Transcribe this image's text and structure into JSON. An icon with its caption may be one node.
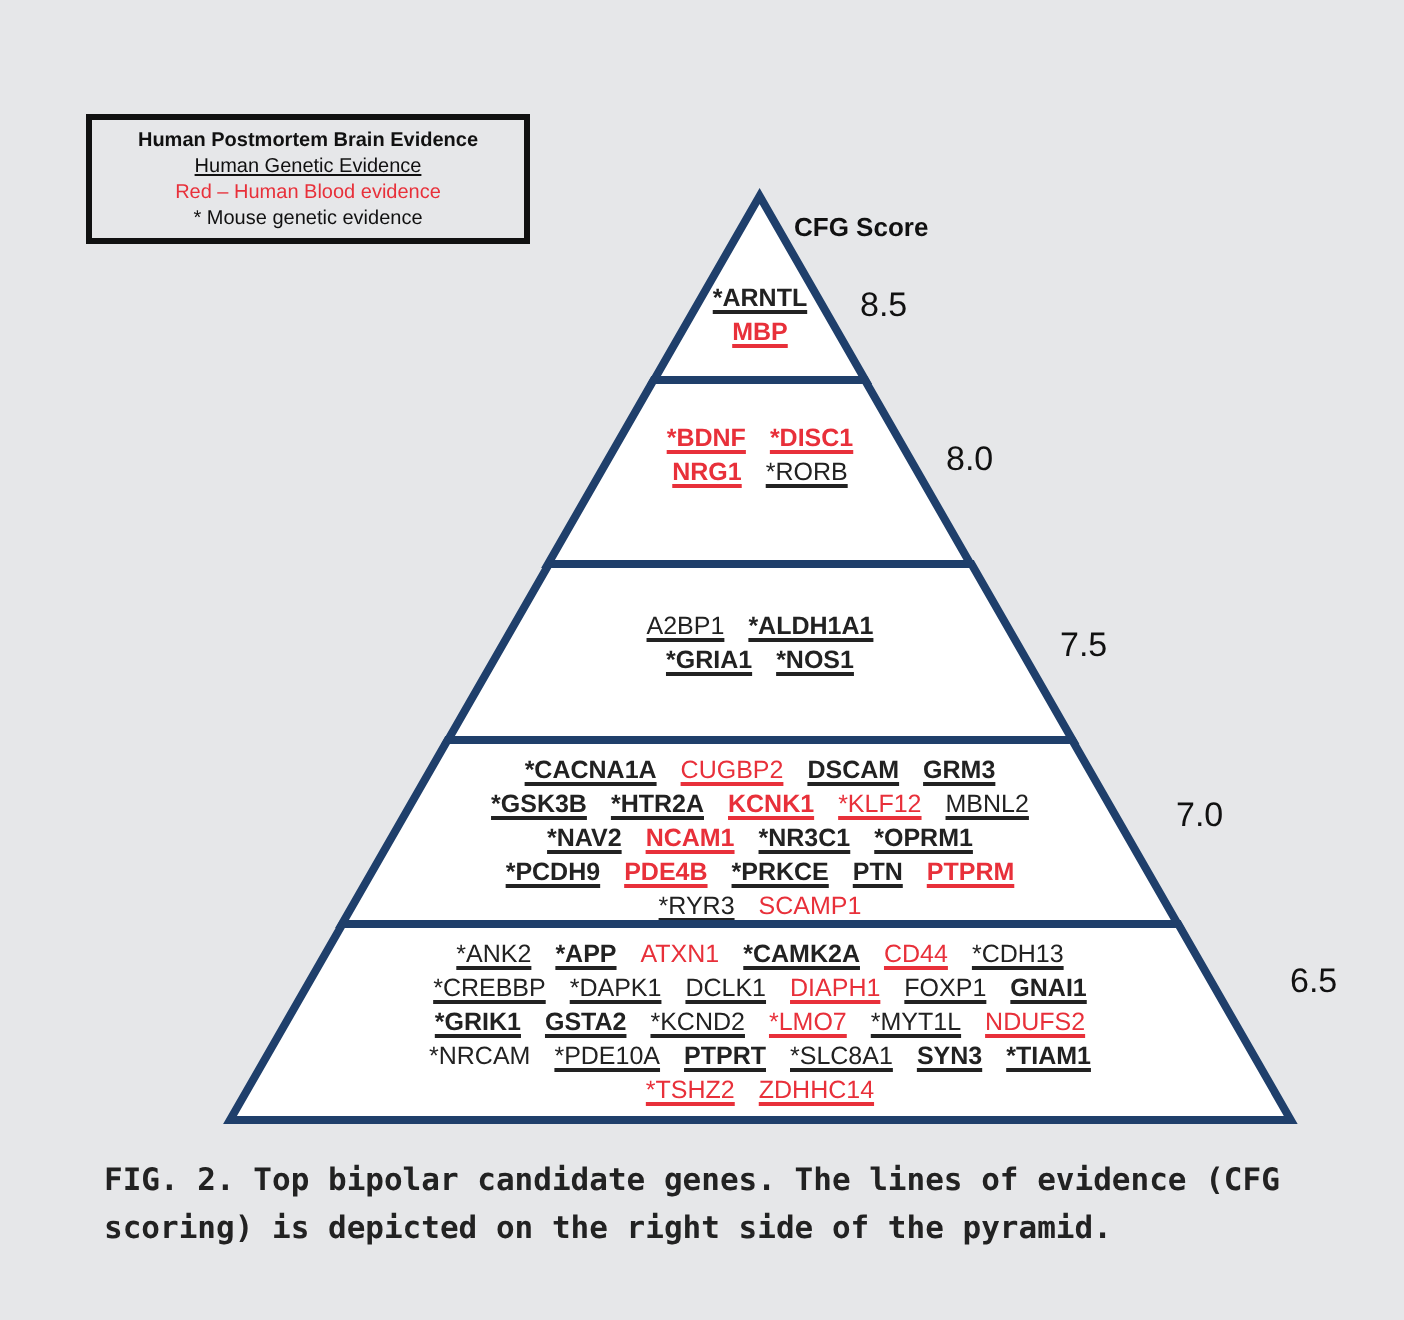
{
  "diagram": {
    "caption": "FIG. 2. Top bipolar candidate genes. The lines of evidence (CFG scoring) is depicted on the right side of the pyramid.",
    "nodes": [
      {
        "text": [
          "*ARNTL",
          "MBP"
        ],
        "beside": [
          "8.5"
        ]
      },
      {
        "text": [
          "*BDNF",
          "*DISC1",
          "NRG1",
          "*RORB"
        ],
        "beside": [
          "8.0"
        ]
      },
      {
        "text": [
          "A2BP1",
          "*ALDH1A1",
          "*GRIA1",
          "*NOS1"
        ],
        "beside": [
          "7.5"
        ]
      },
      {
        "text": [
          "*CACNA1A",
          "CUGBP2",
          "DSCAM",
          "GRM3",
          "*GSK3B",
          "*HTR2A",
          "KCNK1",
          "*KLF12",
          "MBNL2",
          "*NAV2",
          "NCAM1",
          "*NR3C1",
          "*OPRM1",
          "*PCDH9",
          "PDE4B",
          "*PRKCE",
          "PTN",
          "PTPRM",
          "*RYR3",
          "SCAMP1"
        ],
        "beside": [
          "7.0"
        ]
      },
      {
        "text": [
          "*ANK2",
          "*APP",
          "ATXN1",
          "*CAMK2A",
          "CD44",
          "*CDH13",
          "*CREBBP",
          "*DAPK1",
          "DCLK1",
          "DIAPH1",
          "FOXP1",
          "GNAI1",
          "*GRIK1",
          "GSTA2",
          "*KCND2",
          "*LMO7",
          "*MYT1L",
          "NDUFS2",
          "*NRCAM",
          "*PDE10A",
          "PTPRT",
          "*SLC8A1",
          "SYN3",
          "*TIAM1",
          "*TSHZ2",
          "ZDHHC14"
        ],
        "beside": [
          "6.5"
        ]
      }
    ],
    "edges": [],
    "labels": [
      "CFG Score"
    ],
    "legend": [
      {
        "text": "Human Postmortem Brain Evidence"
      },
      {
        "text": "Human Genetic Evidence"
      },
      {
        "text": "Red – Human  Blood evidence"
      },
      {
        "text": "* Mouse genetic evidence"
      }
    ]
  }
}
